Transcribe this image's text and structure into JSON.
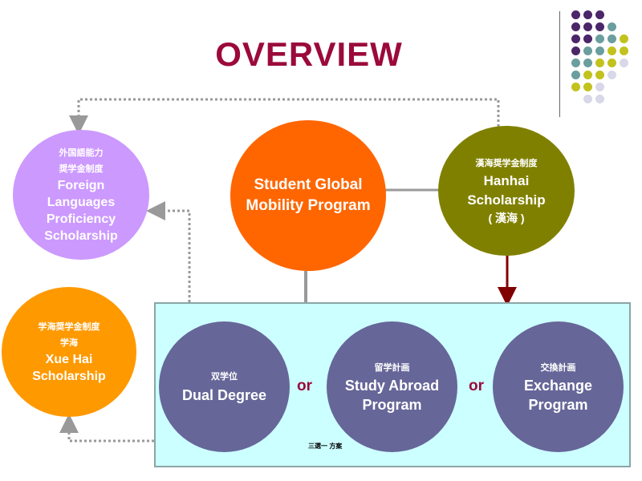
{
  "title": "OVERVIEW",
  "nodes": {
    "foreign": {
      "zh1": "外国語能力",
      "zh2": "奨学金制度",
      "en1": "Foreign",
      "en2": "Languages",
      "en3": "Proficiency",
      "en4": "Scholarship",
      "color": "#cc99ff"
    },
    "center": {
      "en1": "Student Global",
      "en2": "Mobility Program",
      "color": "#ff6600"
    },
    "hanhai": {
      "zh1": "漢海奨学金制度",
      "en1": "Hanhai",
      "en2": "Scholarship",
      "en3": "( 漢海 )",
      "color": "#808000"
    },
    "xuehai": {
      "zh1": "学海奨学金制度",
      "zh2": "学海",
      "en1": "Xue Hai",
      "en2": "Scholarship",
      "color": "#ff9900"
    },
    "dual": {
      "zh1": "双学位",
      "en1": "Dual Degree",
      "color": "#666699"
    },
    "abroad": {
      "zh1": "留学計画",
      "en1": "Study Abroad",
      "en2": "Program",
      "color": "#666699"
    },
    "exchange": {
      "zh1": "交換計画",
      "en1": "Exchange",
      "en2": "Program",
      "color": "#666699"
    }
  },
  "connectors": {
    "or1": "or",
    "or2": "or"
  },
  "note": "三選一 方案",
  "colors": {
    "title": "#9b0a3a",
    "panel": "#ccffff",
    "arrow": "#800000",
    "dotted": "#999999",
    "solid": "#999999"
  }
}
